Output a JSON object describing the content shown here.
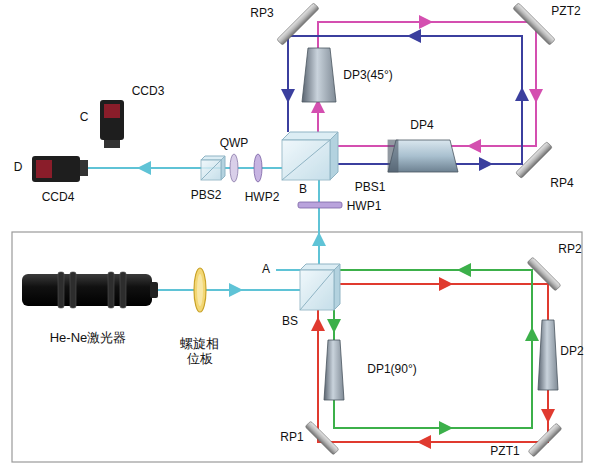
{
  "diagram": {
    "labels": [
      "RP3",
      "PZT2",
      "DP3(45°)",
      "C",
      "CCD3",
      "QWP",
      "DP4",
      "D",
      "CCD4",
      "PBS2",
      "HWP2",
      "PBS1",
      "RP4",
      "B",
      "HWP1",
      "A",
      "RP2",
      "BS",
      "He-Ne激光器",
      "螺旋相位板",
      "DP1(90°)",
      "DP2",
      "RP1",
      "PZT1"
    ]
  }
}
